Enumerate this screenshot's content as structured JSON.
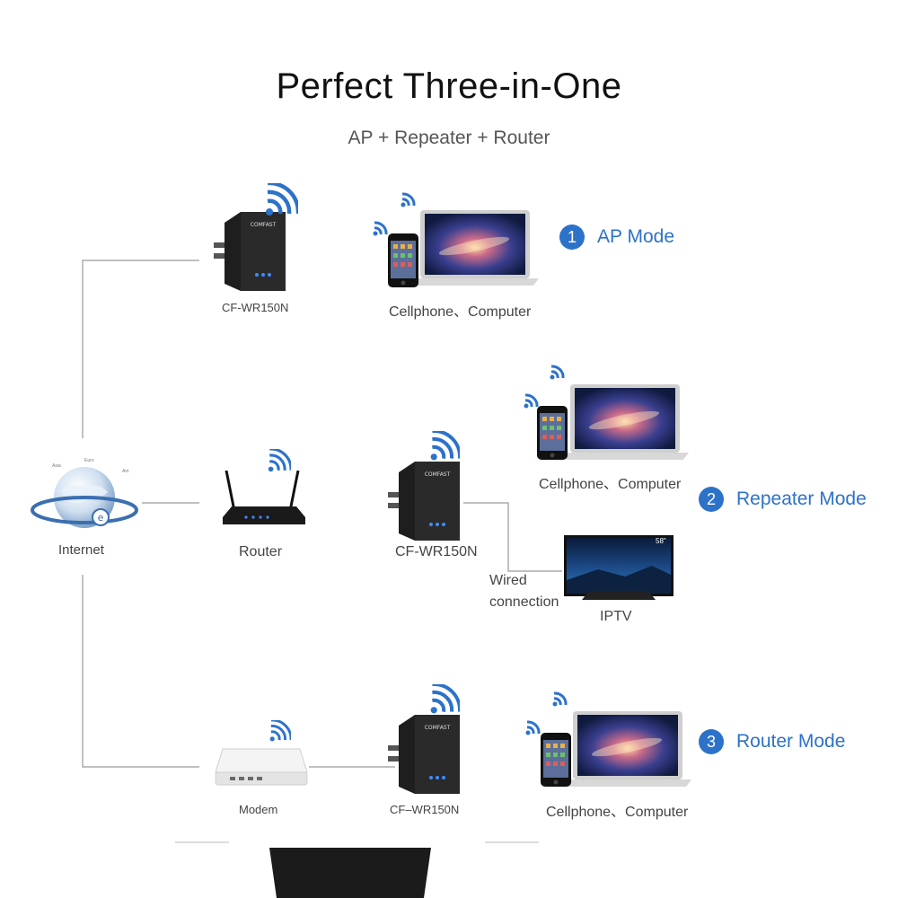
{
  "title": "Perfect Three-in-One",
  "subtitle": "AP + Repeater + Router",
  "labels": {
    "internet": "Internet",
    "router": "Router",
    "modem": "Modem",
    "iptv": "IPTV",
    "wired_line1": "Wired",
    "wired_line2": "connection",
    "device_ap": "CF-WR150N",
    "device_repeater": "CF-WR150N",
    "device_router": "CF–WR150N",
    "clients_ap": "Cellphone、Computer",
    "clients_repeater": "Cellphone、Computer",
    "clients_router": "Cellphone、Computer",
    "tv_size": "58\""
  },
  "modes": [
    {
      "number": "1",
      "label": "AP Mode"
    },
    {
      "number": "2",
      "label": "Repeater Mode"
    },
    {
      "number": "3",
      "label": "Router Mode"
    }
  ],
  "device_brand": "COMFAST",
  "colors": {
    "accent": "#2d72c9",
    "wifi": "#2d72c9",
    "line": "#9a9a9a",
    "device": "#1e1e1e",
    "led": "#3f8cff"
  },
  "icons": [
    "globe-icon",
    "wifi-icon",
    "router-icon",
    "modem-icon",
    "laptop-icon",
    "phone-icon",
    "tv-icon",
    "wifi-extender-icon"
  ]
}
